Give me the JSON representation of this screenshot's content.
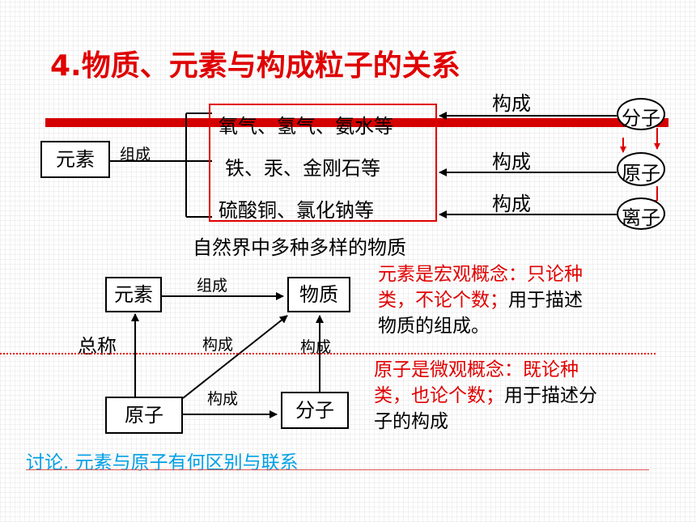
{
  "title": "4.物质、元素与构成粒子的关系",
  "top_diagram": {
    "element_box": "元素",
    "compose_label": "组成",
    "substances": [
      "氧气、氢气、氨水等",
      "铁、汞、金刚石等",
      "硫酸铜、氯化钠等"
    ],
    "caption": "自然界中多种多样的物质",
    "arrow_labels": [
      "构成",
      "构成",
      "构成"
    ],
    "particles": [
      "分子",
      "原子",
      "离子"
    ]
  },
  "bottom_diagram": {
    "element_box": "元素",
    "substance_box": "物质",
    "atom_box": "原子",
    "molecule_box": "分子",
    "compose_label": "组成",
    "general_label": "总称",
    "constitute_diag_label": "构成",
    "constitute_vert_label": "构成",
    "constitute_horiz_label": "构成"
  },
  "notes": {
    "element_red": "元素是宏观概念：只论种类，不论个数；",
    "element_black": "用于描述物质的组成。",
    "atom_red": "原子是微观概念：既论种类，也论个数；",
    "atom_black": "用于描述分子的构成"
  },
  "discussion": "讨论. 元素与原子有何区别与联系",
  "colors": {
    "title": "#e00000",
    "accent_red": "#e00000",
    "discussion": "#00a0e6"
  }
}
